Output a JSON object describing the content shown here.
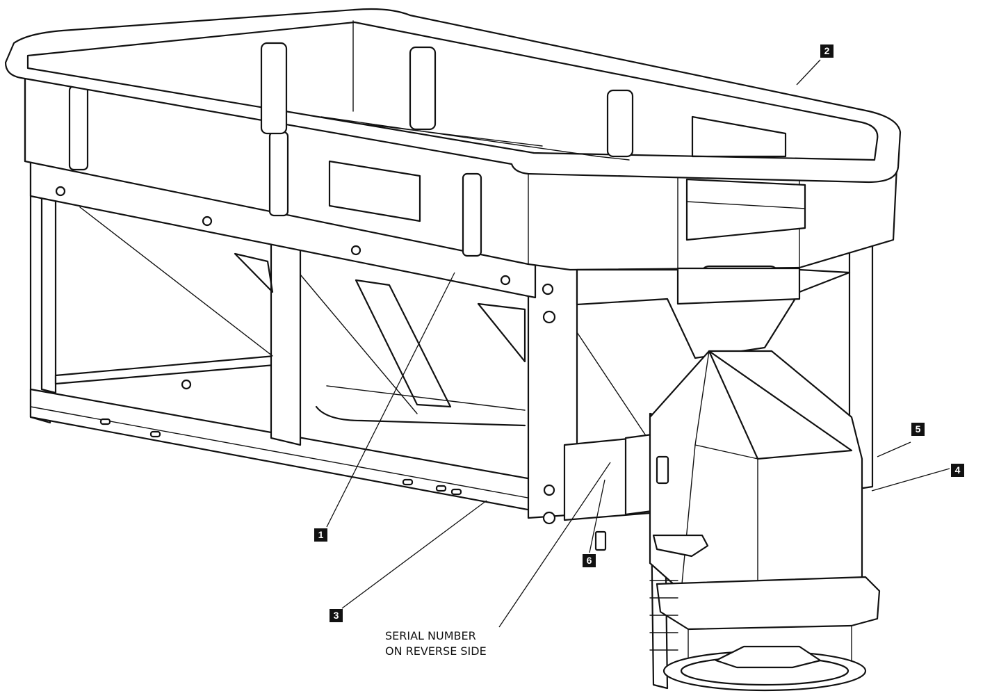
{
  "figure": {
    "callouts": [
      {
        "id": "1",
        "label": "1"
      },
      {
        "id": "2",
        "label": "2"
      },
      {
        "id": "3",
        "label": "3"
      },
      {
        "id": "4",
        "label": "4"
      },
      {
        "id": "5",
        "label": "5"
      },
      {
        "id": "6",
        "label": "6"
      }
    ],
    "note": {
      "line1": "SERIAL NUMBER",
      "line2": "ON REVERSE SIDE"
    }
  }
}
